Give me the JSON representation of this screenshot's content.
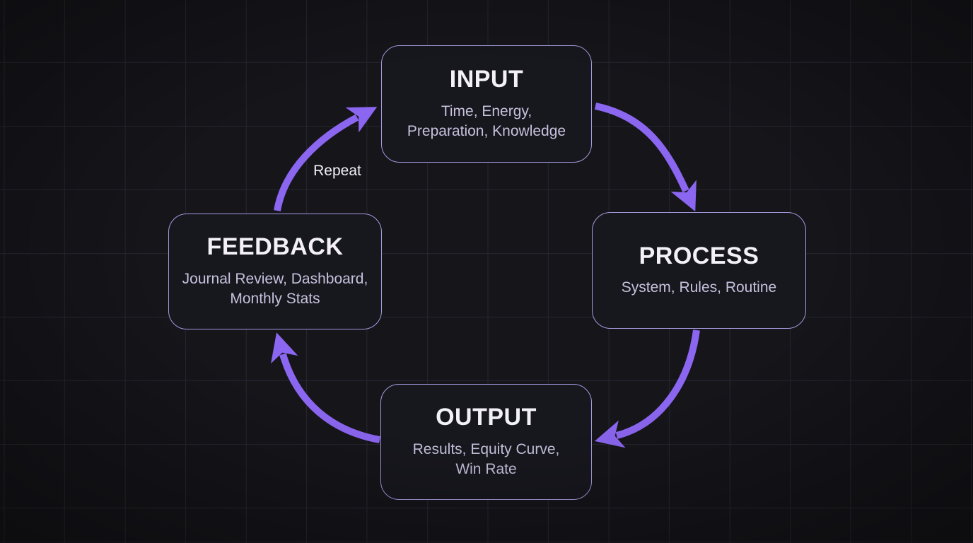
{
  "diagram": {
    "type": "cycle",
    "nodes": [
      {
        "id": "input",
        "title": "INPUT",
        "subtitle": "Time, Energy,\nPreparation, Knowledge"
      },
      {
        "id": "process",
        "title": "PROCESS",
        "subtitle": "System, Rules, Routine"
      },
      {
        "id": "output",
        "title": "OUTPUT",
        "subtitle": "Results, Equity Curve,\nWin Rate"
      },
      {
        "id": "feedback",
        "title": "FEEDBACK",
        "subtitle": "Journal Review, Dashboard,\nMonthly Stats"
      }
    ],
    "arrows": [
      {
        "from": "INPUT",
        "to": "PROCESS",
        "label": ""
      },
      {
        "from": "PROCESS",
        "to": "OUTPUT",
        "label": ""
      },
      {
        "from": "OUTPUT",
        "to": "FEEDBACK",
        "label": ""
      },
      {
        "from": "FEEDBACK",
        "to": "INPUT",
        "label": "Repeat"
      }
    ]
  },
  "colors": {
    "background": "#15151a",
    "grid_line": "#262630",
    "arrow": "#8b66f0",
    "node_border": "#a59ade",
    "node_background": "#17171e",
    "title_text": "#f3f1f7",
    "subtitle_text": "#c7c1dd",
    "label_text": "#f1eff6"
  }
}
